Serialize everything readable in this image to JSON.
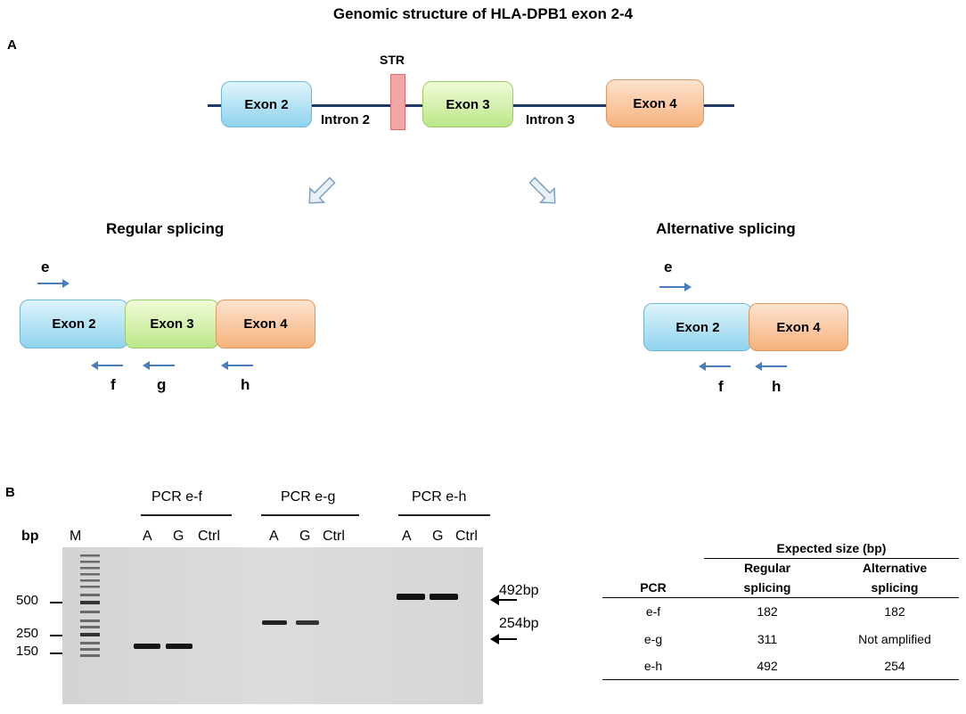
{
  "title": "Genomic structure of HLA-DPB1 exon 2-4",
  "panel_a": {
    "label": "A",
    "genomic": {
      "exons": [
        "Exon 2",
        "Exon 3",
        "Exon 4"
      ],
      "introns": [
        "Intron 2",
        "Intron 3"
      ],
      "str_label": "STR"
    },
    "regular": {
      "heading": "Regular splicing",
      "exons": [
        "Exon 2",
        "Exon 3",
        "Exon 4"
      ],
      "primers": [
        "e",
        "f",
        "g",
        "h"
      ]
    },
    "alternative": {
      "heading": "Alternative splicing",
      "exons": [
        "Exon 2",
        "Exon 4"
      ],
      "primers": [
        "e",
        "f",
        "h"
      ]
    }
  },
  "panel_b": {
    "label": "B",
    "gel": {
      "groups": [
        "PCR e-f",
        "PCR e-g",
        "PCR e-h"
      ],
      "bp_label": "bp",
      "marker_label": "M",
      "lanes": [
        "A",
        "G",
        "Ctrl",
        "A",
        "G",
        "Ctrl",
        "A",
        "G",
        "Ctrl"
      ],
      "ladder": [
        "500",
        "250",
        "150"
      ],
      "arrows": [
        "492bp",
        "254bp"
      ]
    },
    "table": {
      "header_group": "Expected size (bp)",
      "col_pcr": "PCR",
      "col_regular_1": "Regular",
      "col_regular_2": "splicing",
      "col_alt_1": "Alternative",
      "col_alt_2": "splicing",
      "rows": [
        {
          "pcr": "e-f",
          "regular": "182",
          "alternative": "182"
        },
        {
          "pcr": "e-g",
          "regular": "311",
          "alternative": "Not amplified"
        },
        {
          "pcr": "e-h",
          "regular": "492",
          "alternative": "254"
        }
      ]
    }
  },
  "colors": {
    "arrow_blue": "#4a7ebb",
    "genomic_line": "#1f3864",
    "str_fill": "#f4a6a6"
  }
}
